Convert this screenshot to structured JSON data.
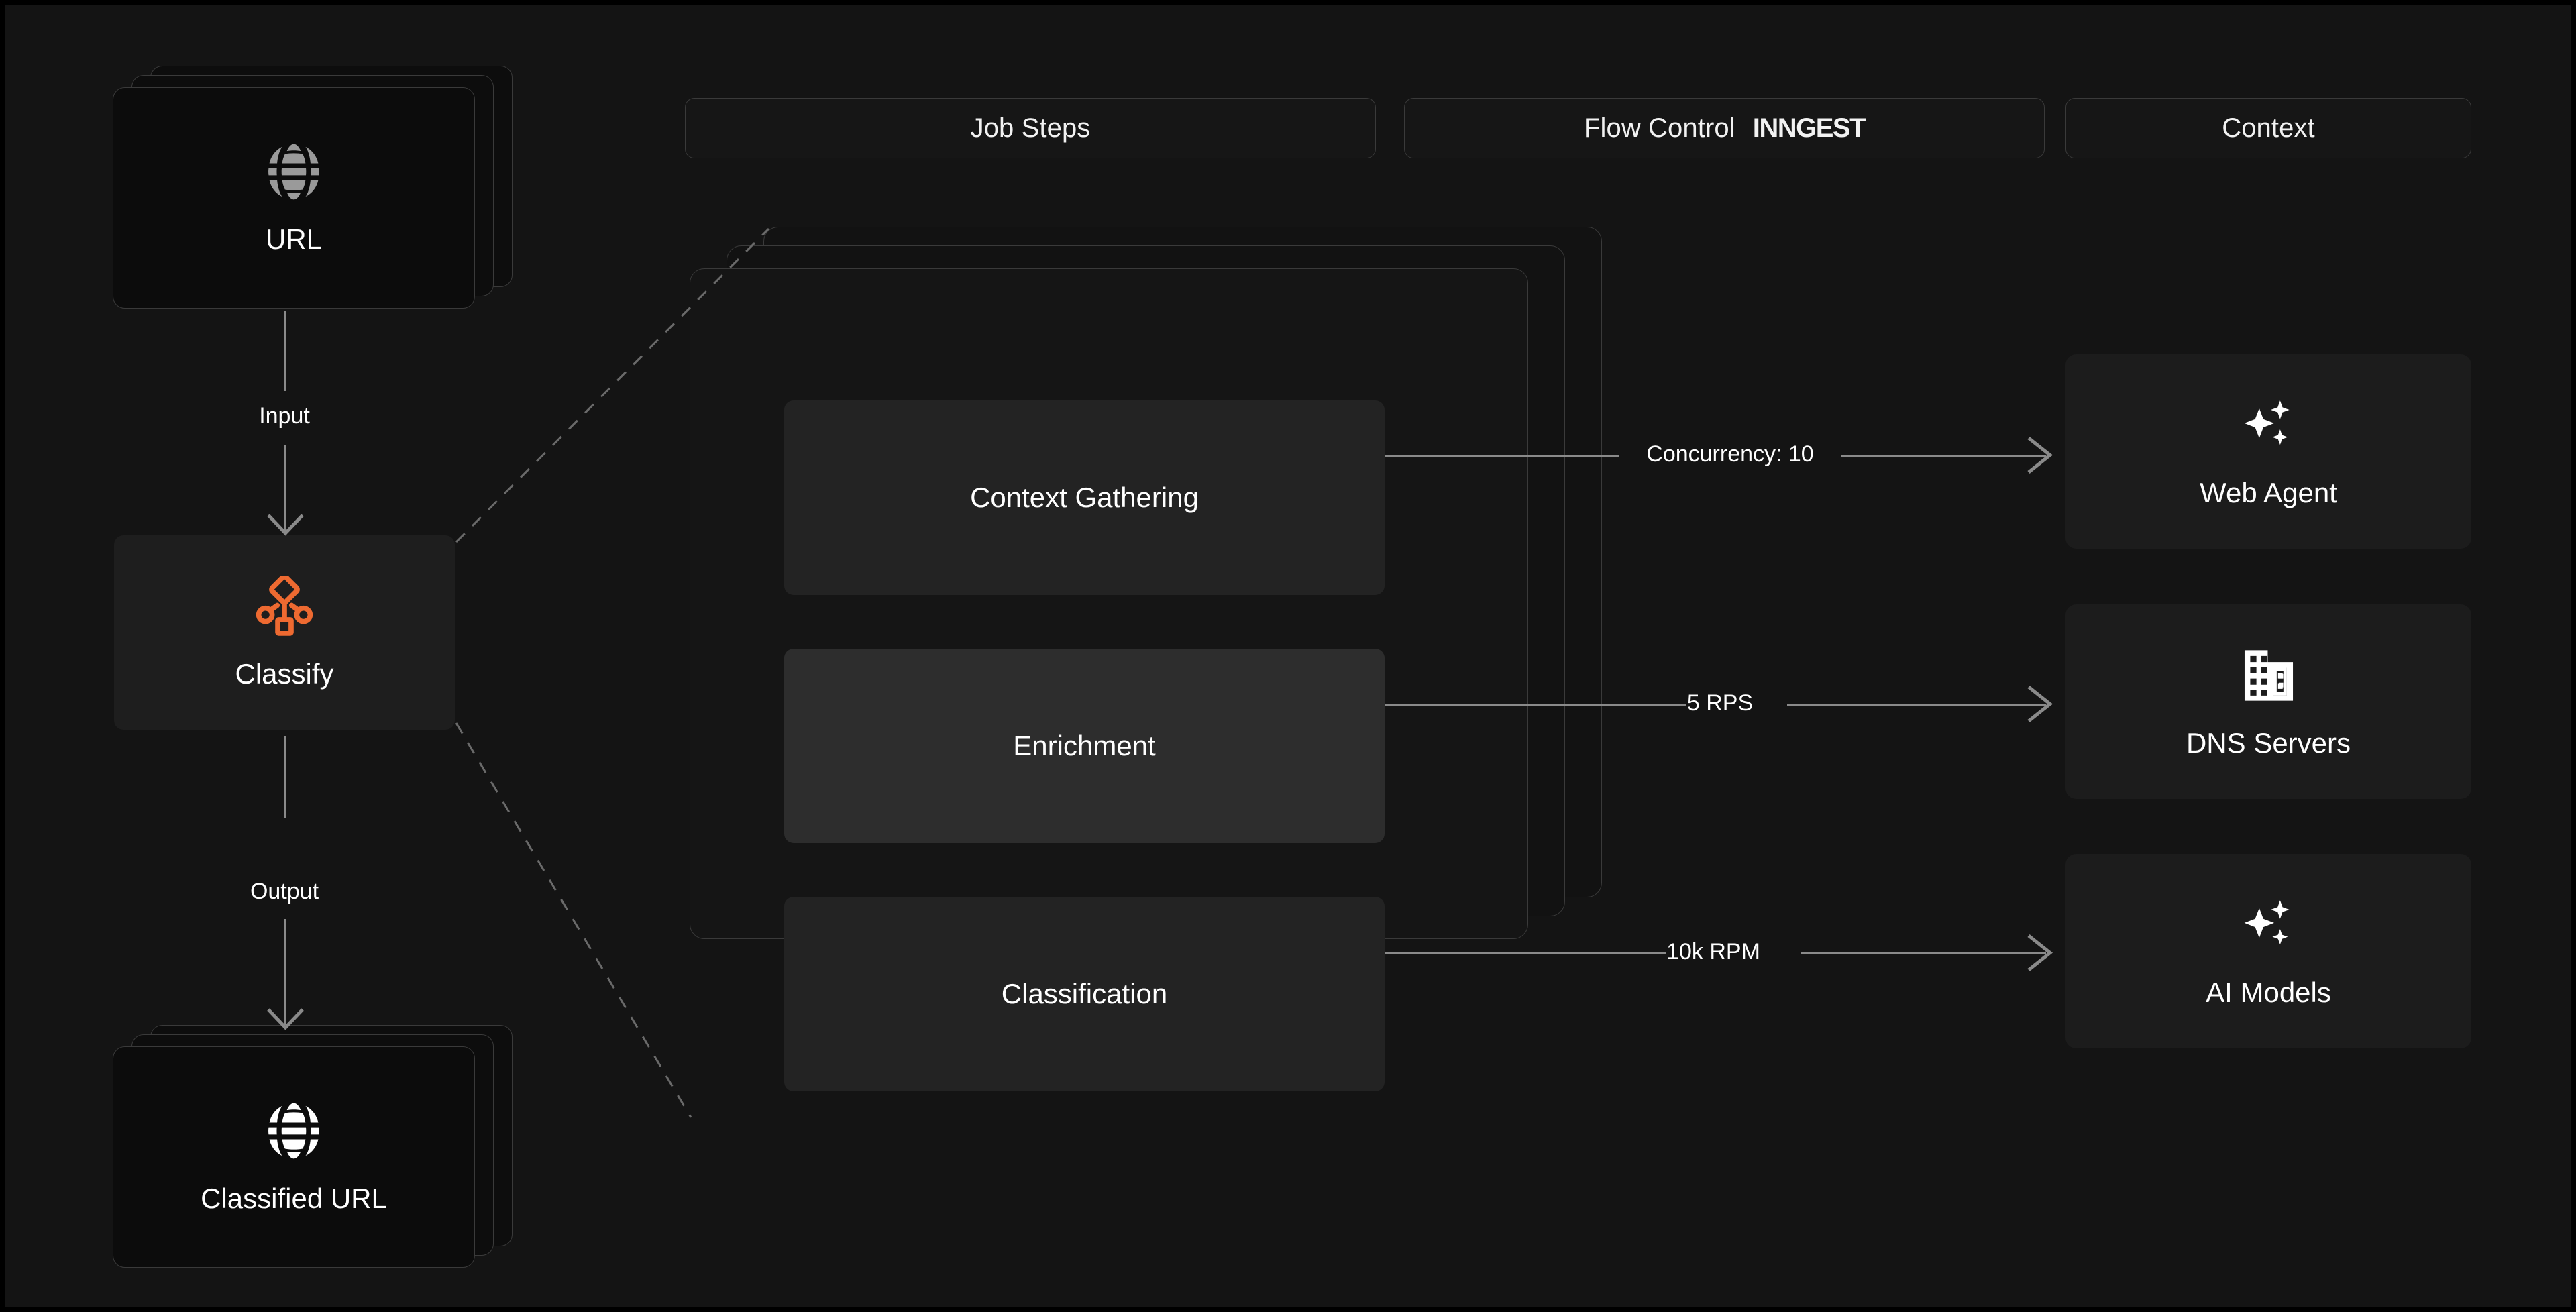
{
  "headers": [
    {
      "id": "job-steps",
      "label": "Job Steps",
      "brand": ""
    },
    {
      "id": "flow-control",
      "label": "Flow Control",
      "brand": "INNGEST"
    },
    {
      "id": "context",
      "label": "Context",
      "brand": ""
    }
  ],
  "input_node": {
    "label": "URL",
    "icon": "globe-icon",
    "icon_color": "#9a9a9a"
  },
  "process_node": {
    "label": "Classify",
    "icon": "shapes-hierarchy-icon",
    "icon_color": "#ee6a31",
    "background": "#1e1e1e"
  },
  "output_node": {
    "label": "Classified URL",
    "icon": "globe-icon",
    "icon_color": "#ffffff"
  },
  "flow_edges": {
    "input_label": "Input",
    "output_label": "Output"
  },
  "job_steps": [
    {
      "label": "Context Gathering",
      "highlight": false
    },
    {
      "label": "Enrichment",
      "highlight": true
    },
    {
      "label": "Classification",
      "highlight": false
    }
  ],
  "flow_control_labels": [
    "Concurrency: 10",
    "5 RPS",
    "10k RPM"
  ],
  "context_nodes": [
    {
      "label": "Web Agent",
      "icon": "sparkles-icon"
    },
    {
      "label": "DNS Servers",
      "icon": "building-icon"
    },
    {
      "label": "AI Models",
      "icon": "sparkles-icon"
    }
  ],
  "colors": {
    "background": "#141414",
    "accent": "#ee6a31",
    "card": "#1c1c1c",
    "step_card": "#232323",
    "step_card_active": "#2d2d2d",
    "border": "#3a3a3a",
    "line": "#8a8a8a",
    "text": "#ffffff"
  }
}
